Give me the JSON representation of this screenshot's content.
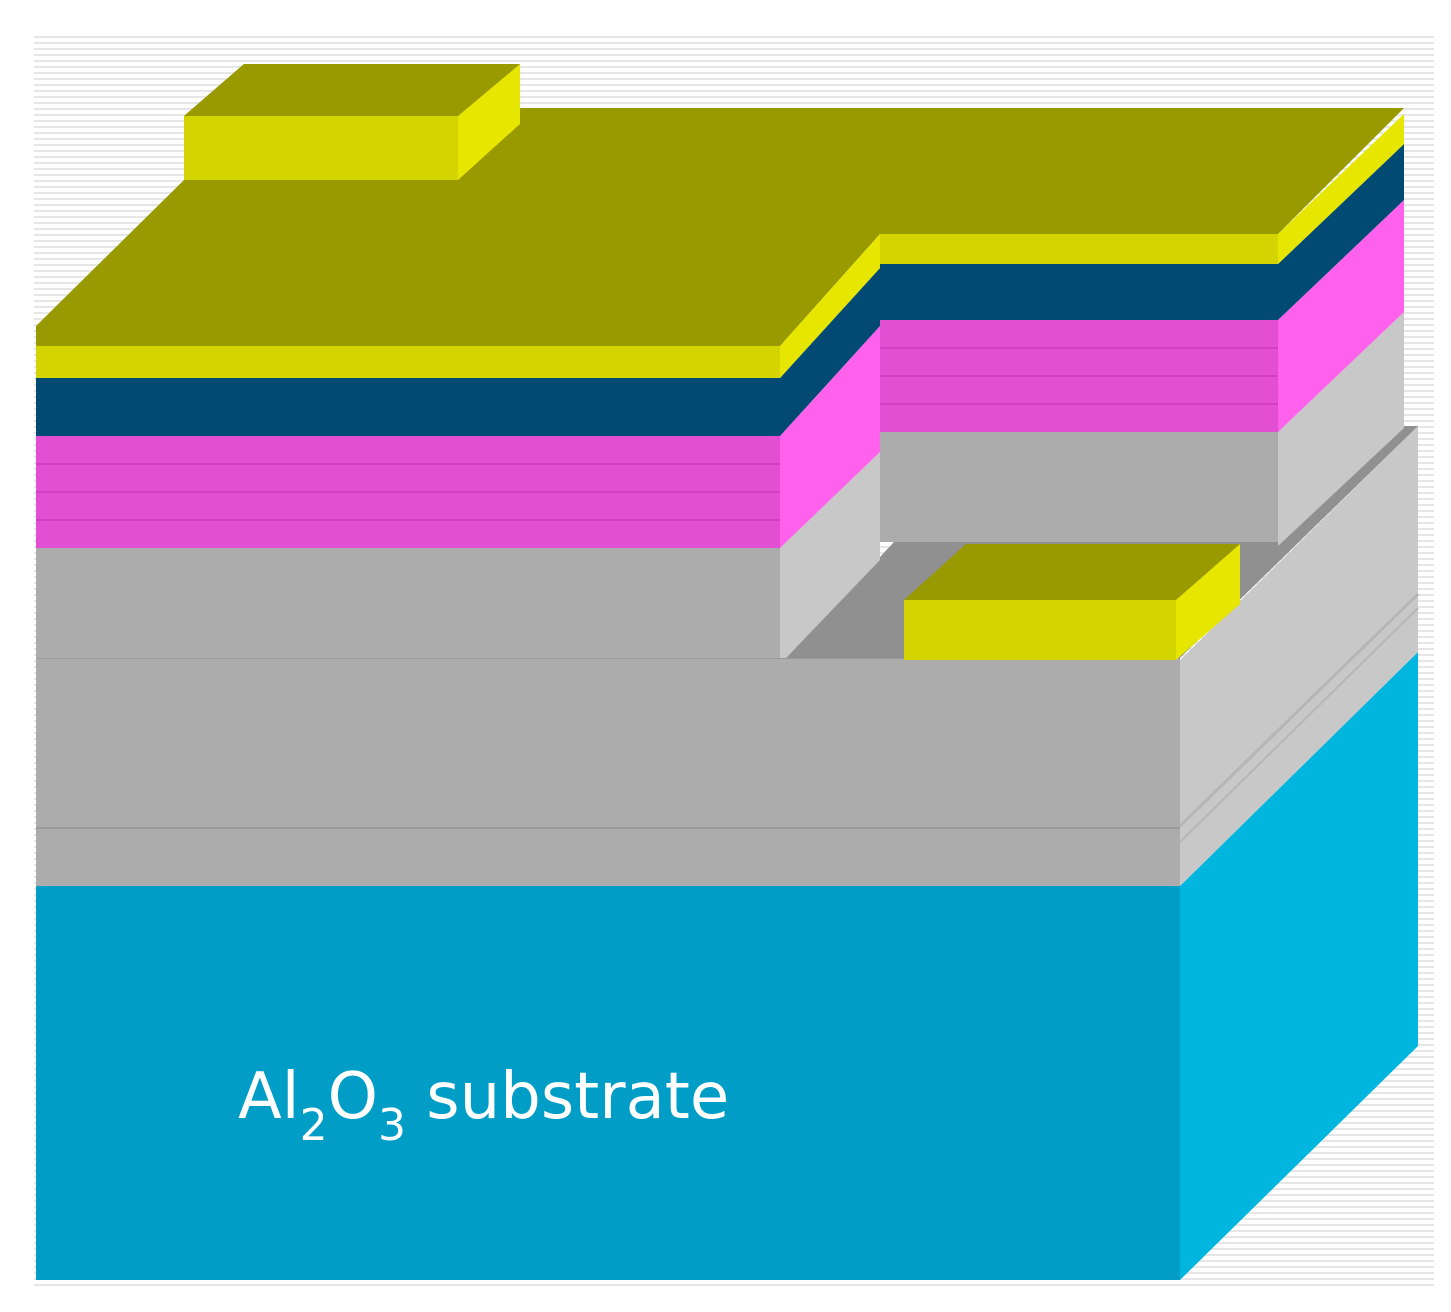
{
  "diagram": {
    "substrate_label": {
      "element": "Al",
      "sub1": "2",
      "element2": "O",
      "sub2": "3",
      "suffix": " substrate"
    }
  },
  "colors": {
    "background_stripe": "#e6e6e6",
    "substrate_front": "#009ec6",
    "substrate_side": "#00b6de",
    "gray_front": "#acacac",
    "gray_side": "#c8c8c8",
    "gray_top": "#909090",
    "pink_front": "#e24fd3",
    "pink_side": "#ff60ec",
    "navy": "#004a73",
    "yellow_front": "#d4d400",
    "yellow_side": "#e6e600",
    "olive_top": "#999900"
  }
}
